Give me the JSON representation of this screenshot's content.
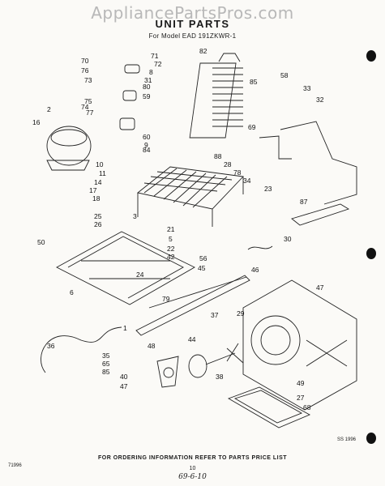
{
  "watermark": "AppliancePartsPros.com",
  "title": "UNIT PARTS",
  "subtitle": "For Model EAD 191ZKWR-1",
  "footer": "FOR ORDERING INFORMATION REFER TO PARTS PRICE LIST",
  "page_number": "10",
  "handwritten_note": "69-6-10",
  "drawing_code_left": "71996",
  "drawing_code_right": "SS 1996",
  "part_labels": [
    "70",
    "71",
    "72",
    "8",
    "76",
    "73",
    "75",
    "74",
    "77",
    "2",
    "16",
    "10",
    "11",
    "14",
    "17",
    "18",
    "80",
    "59",
    "60",
    "9",
    "84",
    "31",
    "82",
    "85",
    "58",
    "33",
    "32",
    "69",
    "88",
    "28",
    "78",
    "34",
    "23",
    "87",
    "3",
    "25",
    "26",
    "21",
    "5",
    "22",
    "42",
    "50",
    "24",
    "56",
    "45",
    "30",
    "46",
    "47",
    "6",
    "79",
    "37",
    "29",
    "44",
    "38",
    "48",
    "36",
    "35",
    "65",
    "85",
    "40",
    "47",
    "49",
    "27",
    "68",
    "1"
  ],
  "colors": {
    "ink": "#111111",
    "paper": "#fbfaf7",
    "watermark": "#b8b8b8"
  }
}
